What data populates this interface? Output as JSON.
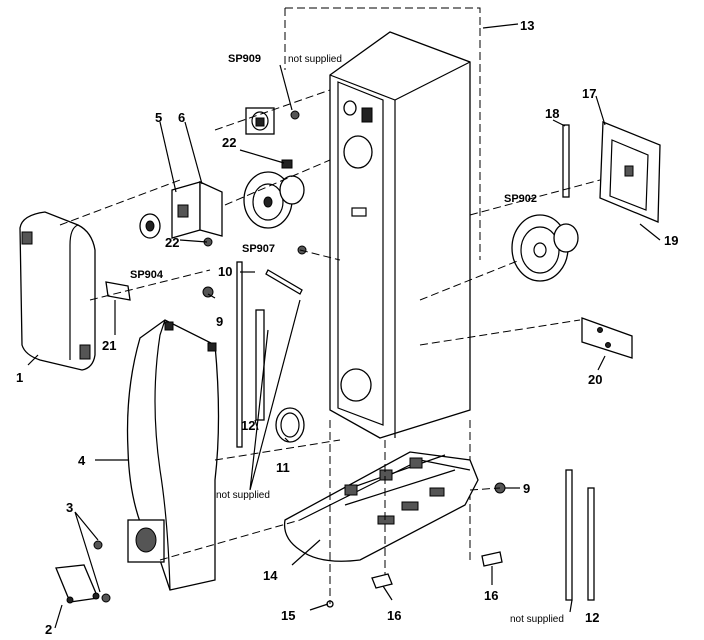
{
  "diagram": {
    "part_numbers": {
      "p1": "1",
      "p2": "2",
      "p3": "3",
      "p4": "4",
      "p5": "5",
      "p6": "6",
      "p9a": "9",
      "p9b": "9",
      "p10": "10",
      "p11": "11",
      "p12a": "12",
      "p12b": "12",
      "p13": "13",
      "p14": "14",
      "p15": "15",
      "p16a": "16",
      "p16b": "16",
      "p17": "17",
      "p18": "18",
      "p19": "19",
      "p20": "20",
      "p21": "21",
      "p22a": "22",
      "p22b": "22"
    },
    "speaker_codes": {
      "sp909": "SP909",
      "sp907": "SP907",
      "sp904": "SP904",
      "sp902": "SP902"
    },
    "notes": {
      "not_supplied_top": "not supplied",
      "not_supplied_mid": "not supplied",
      "not_supplied_bottom": "not supplied"
    }
  }
}
